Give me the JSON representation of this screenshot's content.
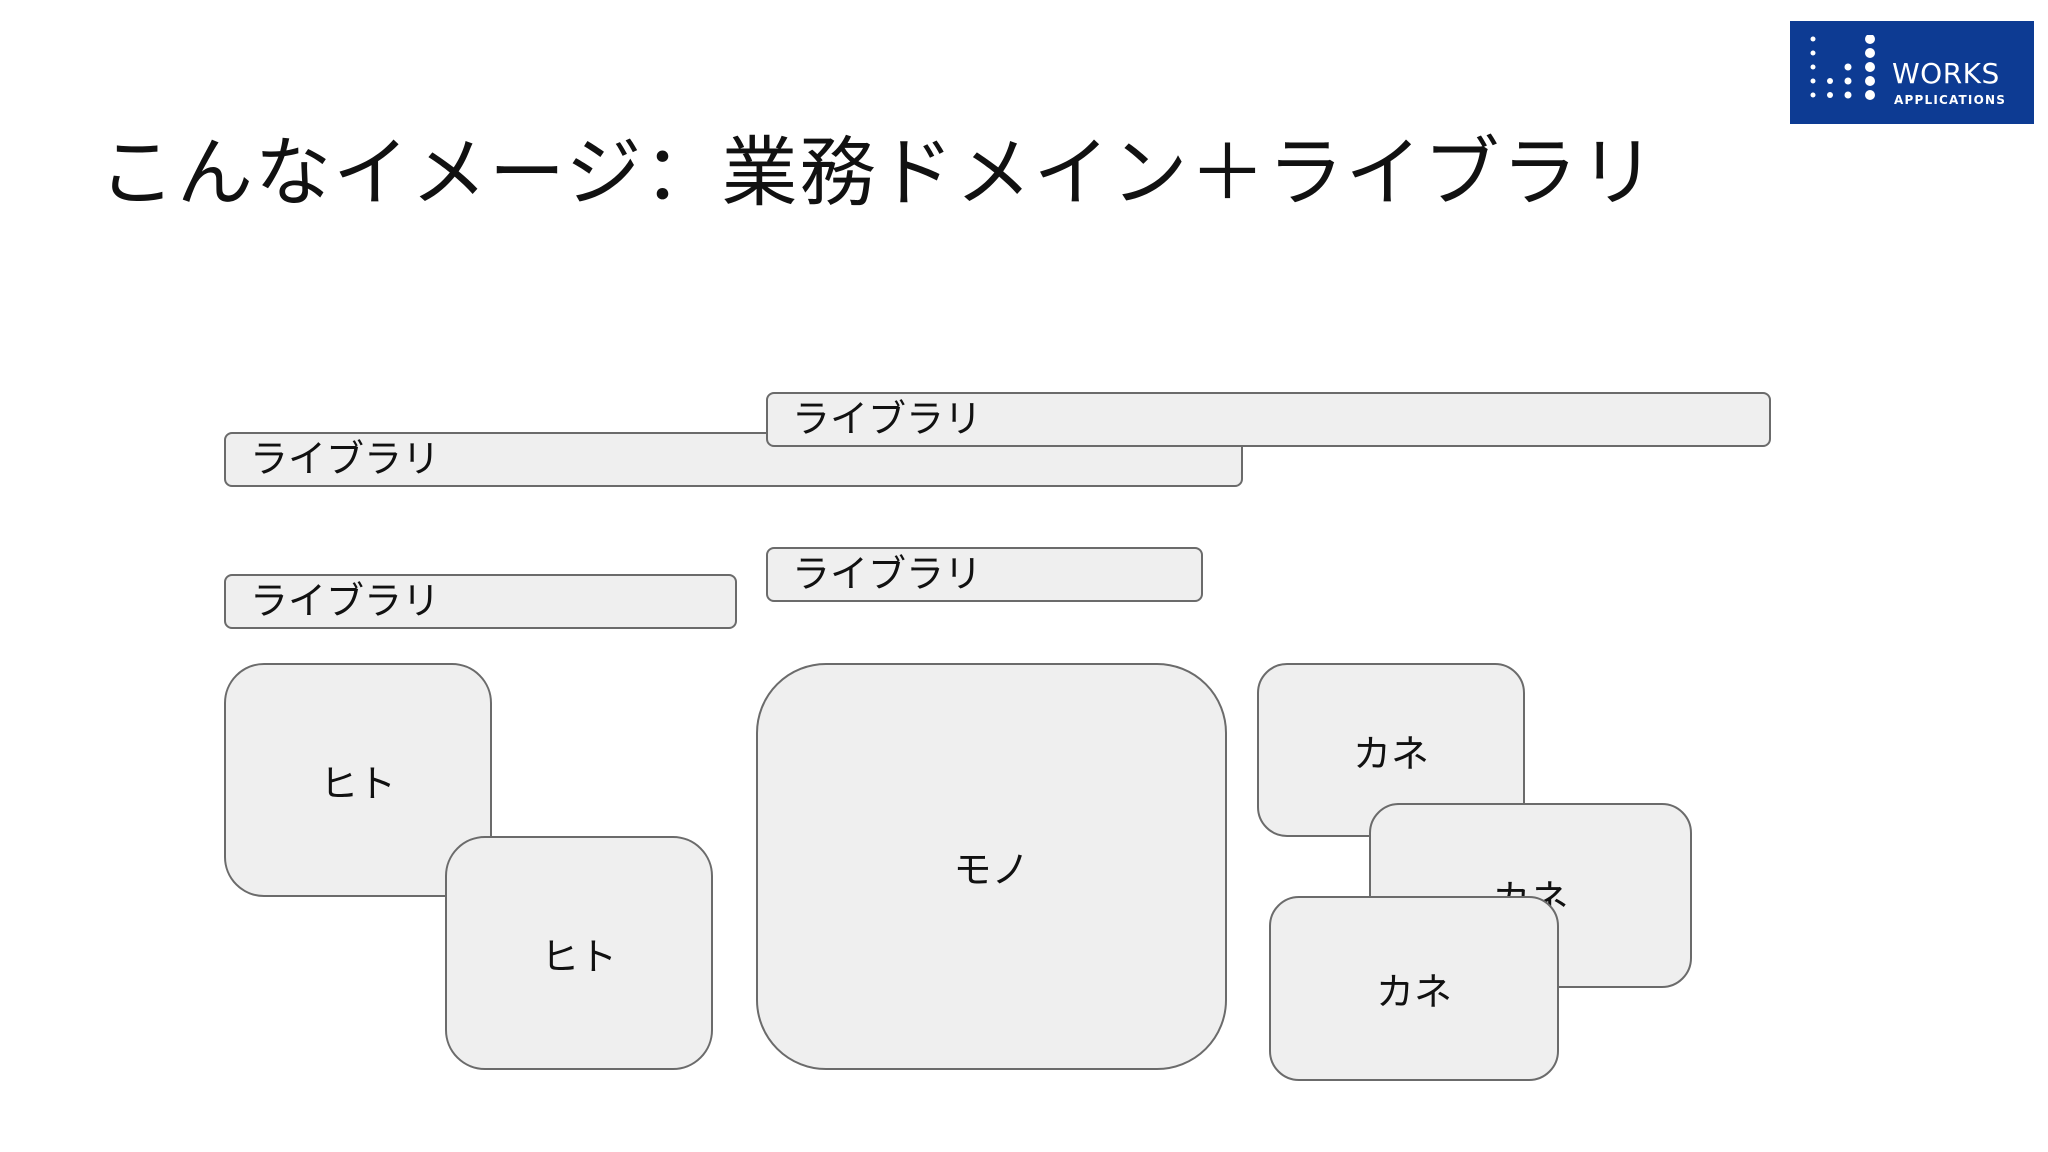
{
  "slide": {
    "title": "こんなイメージ：業務ドメイン＋ライブラリ"
  },
  "logo": {
    "name": "WORKS",
    "subtitle": "APPLICATIONS",
    "brand_color": "#0d3b93"
  },
  "diagram": {
    "libraries": [
      "ライブラリ",
      "ライブラリ",
      "ライブラリ",
      "ライブラリ"
    ],
    "domains": [
      "ヒト",
      "ヒト",
      "モノ",
      "カネ",
      "カネ",
      "カネ"
    ]
  },
  "colors": {
    "box_fill": "#efefef",
    "box_border": "#6b6b6b"
  }
}
